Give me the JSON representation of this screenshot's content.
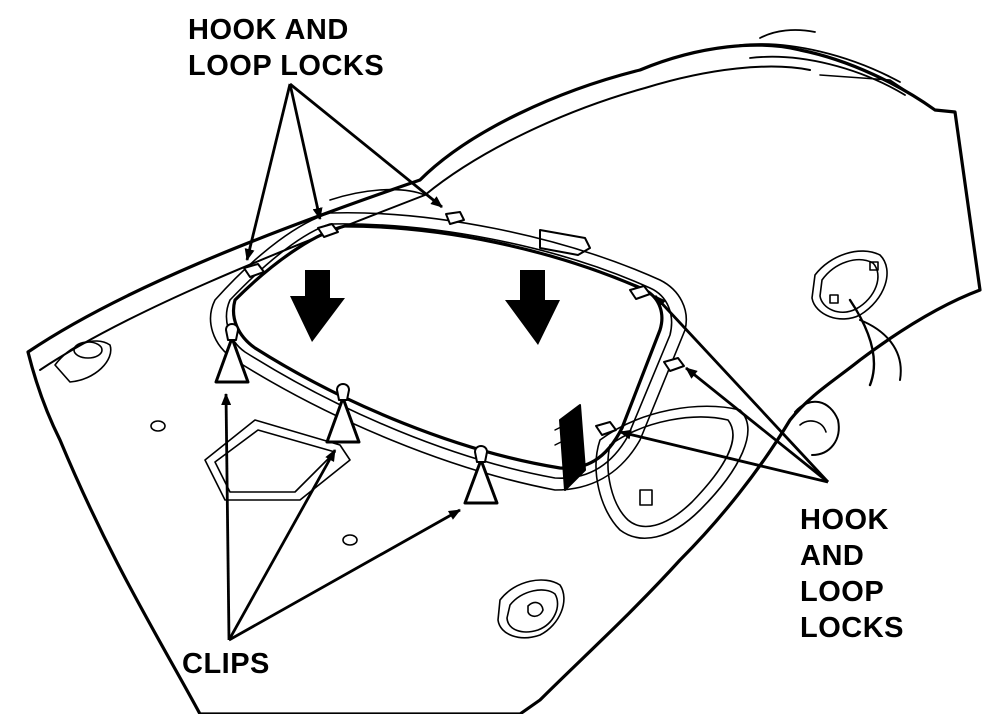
{
  "labels": {
    "top_locks": [
      "HOOK AND",
      "LOOP LOCKS"
    ],
    "right_locks": [
      "HOOK",
      "AND",
      "LOOP",
      "LOCKS"
    ],
    "clips": "CLIPS"
  },
  "colors": {
    "ink": "#000000",
    "paper": "#ffffff"
  }
}
